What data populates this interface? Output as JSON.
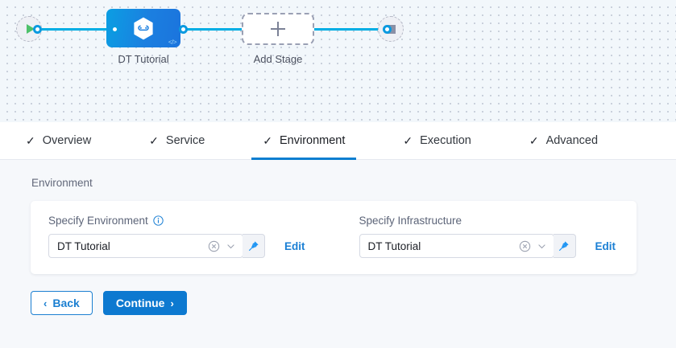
{
  "pipeline": {
    "start_node": {
      "icon": "play-icon",
      "name": "start-node"
    },
    "stage": {
      "label": "DT Tutorial",
      "icon": "harness-hexagon-icon",
      "code_glyph": "</>"
    },
    "add_stage": {
      "label": "Add Stage",
      "icon": "plus-icon"
    },
    "end_node": {
      "icon": "stop-icon",
      "name": "end-node"
    },
    "connector_color": "#00ade4",
    "node_gradient_from": "#0b9ee3",
    "node_gradient_to": "#1b74dd"
  },
  "tabs": [
    {
      "label": "Overview",
      "check": "✓",
      "active": false
    },
    {
      "label": "Service",
      "check": "✓",
      "active": false
    },
    {
      "label": "Environment",
      "check": "✓",
      "active": true
    },
    {
      "label": "Execution",
      "check": "✓",
      "active": false
    },
    {
      "label": "Advanced",
      "check": "✓",
      "active": false
    }
  ],
  "active_tab_color": "#0b7ed0",
  "section": {
    "title": "Environment"
  },
  "form": {
    "environment": {
      "label": "Specify Environment",
      "has_info_icon": true,
      "value": "DT Tutorial",
      "clear_icon": "clear-circle-icon",
      "chevron_icon": "chevron-down-icon",
      "pin_icon": "pin-icon",
      "edit_label": "Edit"
    },
    "infrastructure": {
      "label": "Specify Infrastructure",
      "has_info_icon": false,
      "value": "DT Tutorial",
      "clear_icon": "clear-circle-icon",
      "chevron_icon": "chevron-down-icon",
      "pin_icon": "pin-icon",
      "edit_label": "Edit"
    }
  },
  "footer": {
    "back_label": "Back",
    "back_chevron": "‹",
    "continue_label": "Continue",
    "continue_chevron": "›",
    "primary_color": "#0d79d0"
  }
}
